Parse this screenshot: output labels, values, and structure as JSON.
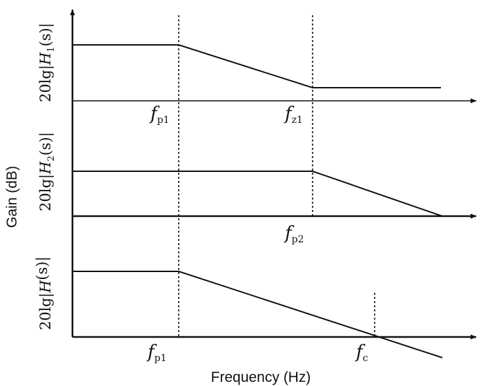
{
  "axis_labels": {
    "y": "Gain (dB)",
    "x": "Frequency (Hz)"
  },
  "panels": [
    {
      "ylabel": {
        "pre": "20lg|",
        "H": "H",
        "sub": "1",
        "post": "(s)|"
      }
    },
    {
      "ylabel": {
        "pre": "20lg|",
        "H": "H",
        "sub": "2",
        "post": "(s)|"
      }
    },
    {
      "ylabel": {
        "pre": "20lg|",
        "H": "H",
        "sub": "",
        "post": "(s)|"
      }
    }
  ],
  "markers": [
    {
      "f": "f",
      "sub": "p1"
    },
    {
      "f": "f",
      "sub": "z1"
    },
    {
      "f": "f",
      "sub": "p2"
    },
    {
      "f": "f",
      "sub": "p1"
    },
    {
      "f": "f",
      "sub": "c"
    }
  ]
}
